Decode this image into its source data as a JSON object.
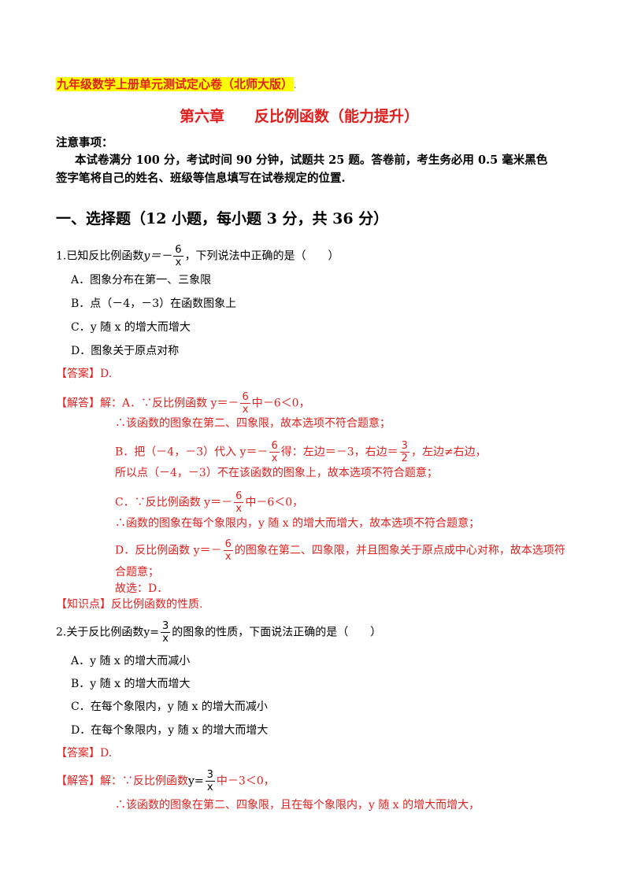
{
  "header": {
    "banner": "九年级数学上册单元测试定心卷（北师大版）",
    "chapter_title": "第六章　　反比例函数（能力提升）"
  },
  "notice": {
    "heading": "注意事项：",
    "line1": "本试卷满分 100 分，考试时间 90 分钟，试题共 25 题。答卷前，考生务必用 0.5 毫米黑色",
    "line2": "签字笔将自己的姓名、班级等信息填写在试卷规定的位置."
  },
  "section": {
    "title": "一、选择题（12 小题，每小题 3 分，共 36 分）"
  },
  "q1": {
    "stem_before": "1.已知反比例函数",
    "stem_func": "y＝－",
    "frac_num": "6",
    "frac_den": "x",
    "stem_after": "，下列说法中正确的是（　　）",
    "options": [
      "A．图象分布在第一、三象限",
      "B．点（－4，－3）在函数图象上",
      "C．y 随 x 的增大而增大",
      "D．图象关于原点对称"
    ],
    "answer": "【答案】D.",
    "sol_label": "【解答】解：",
    "sol_a_1": "A．∵反比例函数 y＝－",
    "sol_a_2": "中－6＜0，",
    "sol_a_3": "∴该函数的图象在第二、四象限，故本选项不符合题意；",
    "sol_b_1": "B．把（－4，－3）代入 y＝－",
    "sol_b_2": "得：左边＝－3，右边＝",
    "sol_b_frac_num": "3",
    "sol_b_frac_den": "2",
    "sol_b_3": "，左边≠右边，",
    "sol_b_4": "所以点（－4，－3）不在该函数的图象上，故本选项不符合题意；",
    "sol_c_1": "C．∵反比例函数 y＝－",
    "sol_c_2": "中－6＜0，",
    "sol_c_3": "∴函数的图象在每个象限内，y 随 x 的增大而增大，故本选项不符合题意；",
    "sol_d_1": "D．反比例函数 y＝－",
    "sol_d_2": "的图象在第二、四象限，并且图象关于原点成中心对称，故本选项符",
    "sol_d_3": "合题意；",
    "choice": "故选：D．",
    "knowledge": "【知识点】反比例函数的性质."
  },
  "q2": {
    "stem_before": "2.关于反比例函数",
    "stem_func": "y=",
    "frac_num": "3",
    "frac_den": "x",
    "stem_after": "的图象的性质，下面说法正确的是（　　）",
    "options": [
      "A．y 随 x 的增大而减小",
      "B．y 随 x 的增大而增大",
      "C．在每个象限内，y 随 x 的增大而减小",
      "D．在每个象限内，y 随 x 的增大而增大"
    ],
    "answer": "【答案】D.",
    "sol_label": "【解答】解：",
    "sol_1": "∵反比例函数",
    "sol_func": "y=",
    "sol_2": "中－3＜0，",
    "sol_3": "∴该函数的图象在第二、四象限，且在每个象限内，y 随 x 的增大而增大，"
  }
}
